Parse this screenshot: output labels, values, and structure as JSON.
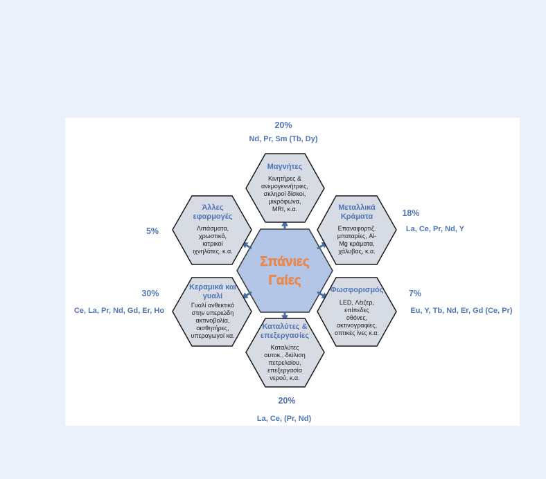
{
  "colors": {
    "background": "#ebf1fa",
    "panel": "#ffffff",
    "hex_fill": "#d6dbe4",
    "hex_stroke": "#1a1a1a",
    "center_fill": "#b4c6e7",
    "center_stroke": "#3a3a3a",
    "title_blue": "#4f74b8",
    "center_text": "#f08a4b",
    "arrow": "#4a6fa5"
  },
  "center": {
    "lines": [
      "Σπάνιες",
      "Γαίες"
    ]
  },
  "hexagons": [
    {
      "id": "magnets",
      "title": [
        "Μαγνήτες"
      ],
      "body": [
        "Κινητήρες &",
        "ανεμογεννήτριες,",
        "σκληροί δίσκοι,",
        "μικρόφωνα,",
        "MRI, κ.α."
      ],
      "percent": "20%",
      "elements": "Nd, Pr, Sm (Tb, Dy)"
    },
    {
      "id": "alloys",
      "title": [
        "Μεταλλικά",
        "Κράματα"
      ],
      "body": [
        "Επαναφορτιζ.",
        "μπαταρίες, Al-",
        "Mg κράματα,",
        "χάλυβας, κ.α."
      ],
      "percent": "18%",
      "elements": "La, Ce, Pr, Nd, Y"
    },
    {
      "id": "phosphors",
      "title": [
        "Φωσφορισμός"
      ],
      "body": [
        "LED, Λέιζερ,",
        "επίπεδες",
        "οθόνες,",
        "ακτινογραφίες,",
        "οπτικές ίνες κ.α."
      ],
      "percent": "7%",
      "elements": "Eu, Y, Tb, Nd, Er, Gd (Ce, Pr)"
    },
    {
      "id": "catalysts",
      "title": [
        "Καταλύτες &",
        "επεξεργασίες"
      ],
      "body": [
        "Καταλύτες",
        "αυτοκ., διύλιση",
        "πετρελαίου,",
        "επεξεργασία",
        "νερού, κ.α."
      ],
      "percent": "20%",
      "elements": "La, Ce, (Pr, Nd)"
    },
    {
      "id": "ceramics",
      "title": [
        "Κεραμικά και",
        "γυαλί"
      ],
      "body": [
        "Γυαλί ανθεκτικό",
        "στην υπεριώδη",
        "ακτινοβολία,",
        "αισθητήρες,",
        "υπεραγωγοί κα."
      ],
      "percent": "30%",
      "elements": "Ce, La, Pr, Nd, Gd, Er, Ho"
    },
    {
      "id": "other",
      "title": [
        "Άλλες",
        "εφαρμογές"
      ],
      "body": [
        "Λιπάσματα,",
        "χρωστικά,",
        "ιατρικοί",
        "ιχνηλάτες, κ.α."
      ],
      "percent": "5%",
      "elements": ""
    }
  ]
}
